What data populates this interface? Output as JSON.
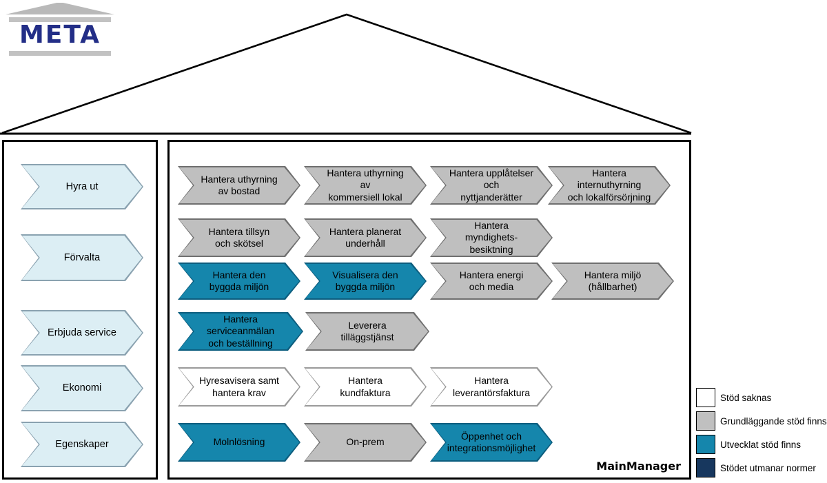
{
  "logo": {
    "text": "META"
  },
  "house": {
    "categories": [
      {
        "label": "Hyra ut"
      },
      {
        "label": "Förvalta"
      },
      {
        "label": "Erbjuda service"
      },
      {
        "label": "Ekonomi"
      },
      {
        "label": "Egenskaper"
      }
    ],
    "rows": [
      {
        "arrows": [
          {
            "label": "Hantera uthyrning\nav bostad",
            "status": "basic"
          },
          {
            "label": "Hantera uthyrning av\nkommersiell lokal",
            "status": "basic"
          },
          {
            "label": "Hantera upplåtelser och\nnyttjanderätter",
            "status": "basic"
          },
          {
            "label": "Hantera internuthyrning\noch lokalförsörjning",
            "status": "basic"
          }
        ]
      },
      {
        "arrows": [
          {
            "label": "Hantera tillsyn\noch skötsel",
            "status": "basic"
          },
          {
            "label": "Hantera planerat\nunderhåll",
            "status": "basic"
          },
          {
            "label": "Hantera myndighets-\nbesiktning",
            "status": "basic"
          }
        ]
      },
      {
        "arrows": [
          {
            "label": "Hantera den\nbyggda miljön",
            "status": "developed"
          },
          {
            "label": "Visualisera den\nbyggda miljön",
            "status": "developed"
          },
          {
            "label": "Hantera energi\noch media",
            "status": "basic"
          },
          {
            "label": "Hantera miljö\n(hållbarhet)",
            "status": "basic"
          }
        ]
      },
      {
        "arrows": [
          {
            "label": "Hantera serviceanmälan\noch beställning",
            "status": "developed"
          },
          {
            "label": "Leverera\ntilläggstjänst",
            "status": "basic"
          }
        ]
      },
      {
        "arrows": [
          {
            "label": "Hyresavisera samt\nhantera krav",
            "status": "missing"
          },
          {
            "label": "Hantera kundfaktura",
            "status": "missing"
          },
          {
            "label": "Hantera\nleverantörsfaktura",
            "status": "missing"
          }
        ]
      },
      {
        "arrows": [
          {
            "label": "Molnlösning",
            "status": "developed"
          },
          {
            "label": "On-prem",
            "status": "basic"
          },
          {
            "label": "Öppenhet och\nintegrationsmöjlighet",
            "status": "developed"
          }
        ]
      }
    ]
  },
  "legend": {
    "items": [
      {
        "label": "Stöd saknas",
        "color": "#ffffff"
      },
      {
        "label": "Grundläggande stöd finns",
        "color": "#c0c0c0"
      },
      {
        "label": "Utvecklat stöd finns",
        "color": "#1586ac"
      },
      {
        "label": "Stödet utmanar normer",
        "color": "#17375e"
      }
    ]
  },
  "footer": {
    "brand": "MainManager"
  },
  "colors": {
    "category_fill": "#dceef4",
    "basic_fill": "#bfbfbf",
    "developed_fill": "#1586ac",
    "missing_fill": "#ffffff",
    "challenging_fill": "#17375e",
    "logo_text": "#232e87",
    "logo_gray": "#b9b9b9"
  }
}
